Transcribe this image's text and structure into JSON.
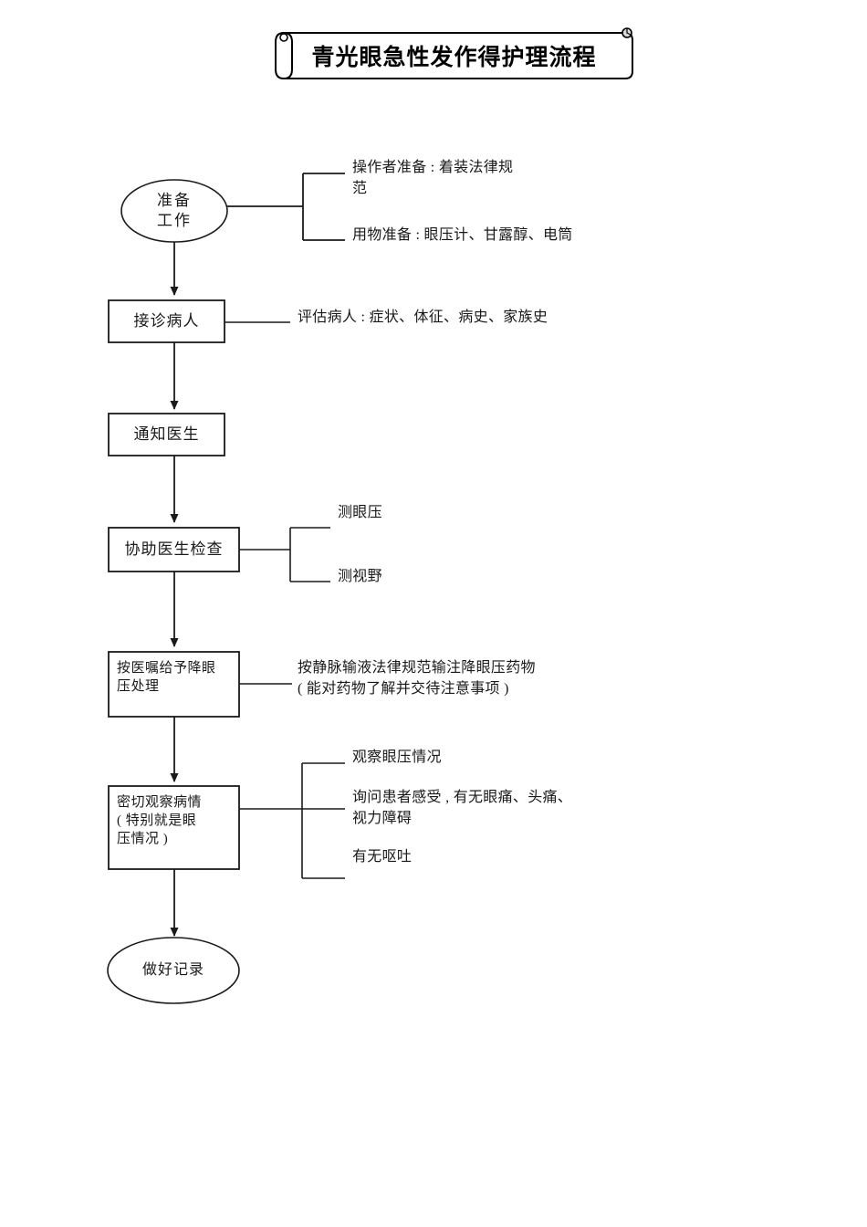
{
  "title": {
    "text": "青光眼急性发作得护理流程"
  },
  "flow": {
    "nodes": [
      {
        "id": "prep",
        "shape": "ellipse",
        "label": "准备\n工作"
      },
      {
        "id": "receive",
        "shape": "rectangle",
        "label": "接诊病人"
      },
      {
        "id": "notify",
        "shape": "rectangle",
        "label": "通知医生"
      },
      {
        "id": "assist",
        "shape": "rectangle",
        "label": "协助医生检查"
      },
      {
        "id": "treat",
        "shape": "rectangle",
        "label": "按医嘱给予降眼\n压处理"
      },
      {
        "id": "observe",
        "shape": "rectangle",
        "label": "密切观察病情\n( 特别就是眼\n压情况 )"
      },
      {
        "id": "record",
        "shape": "ellipse",
        "label": "做好记录"
      }
    ],
    "annotations": [
      {
        "for": "prep",
        "index": 0,
        "text": "操作者准备 : 着装法律规\n范"
      },
      {
        "for": "prep",
        "index": 1,
        "text": "用物准备 : 眼压计、甘露醇、电筒"
      },
      {
        "for": "receive",
        "index": 0,
        "text": "评估病人 : 症状、体征、病史、家族史"
      },
      {
        "for": "assist",
        "index": 0,
        "text": "测眼压"
      },
      {
        "for": "assist",
        "index": 1,
        "text": "测视野"
      },
      {
        "for": "treat",
        "index": 0,
        "text": "按静脉输液法律规范输注降眼压药物\n( 能对药物了解并交待注意事项 )"
      },
      {
        "for": "observe",
        "index": 0,
        "text": "观察眼压情况"
      },
      {
        "for": "observe",
        "index": 1,
        "text": "询问患者感受 , 有无眼痛、头痛、\n视力障碍"
      },
      {
        "for": "observe",
        "index": 2,
        "text": "有无呕吐"
      }
    ]
  },
  "style": {
    "stroke": "#1a1a1a",
    "fill": "#ffffff"
  }
}
